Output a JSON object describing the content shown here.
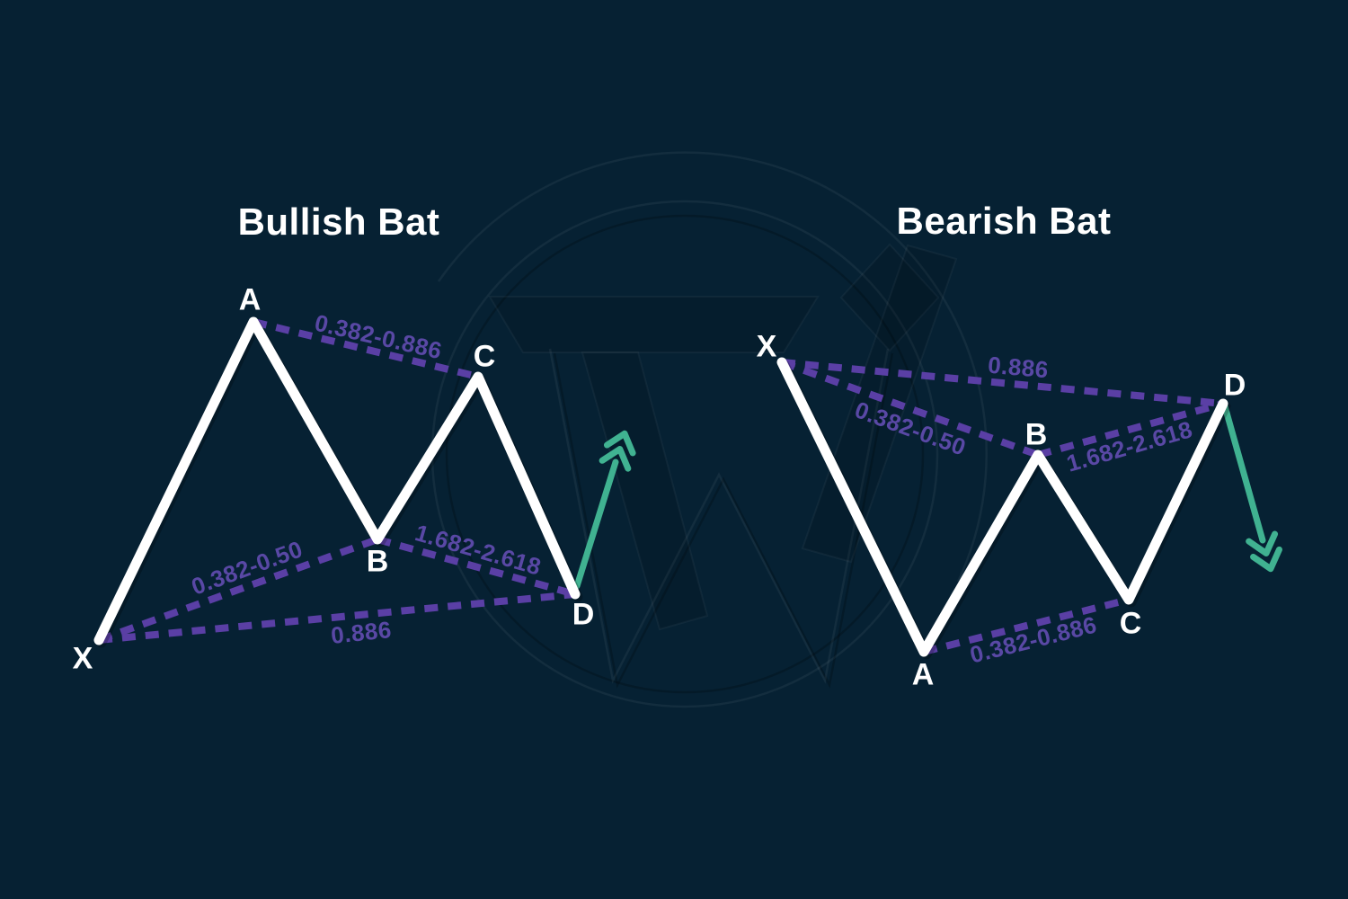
{
  "colors": {
    "background": "#062133",
    "line": "#ffffff",
    "dash": "#5a3fa5",
    "ratio_text": "#5948a5",
    "arrow": "#40b291",
    "title": "#ffffff"
  },
  "watermark": {
    "icon": "tw-monogram-logo-watermark"
  },
  "patterns": {
    "bullish": {
      "title": "Bullish Bat",
      "points": {
        "x": "X",
        "a": "A",
        "b": "B",
        "c": "C",
        "d": "D"
      },
      "ratios": {
        "ac": "0.382-0.886",
        "xb": "0.382-0.50",
        "bd": "1.682-2.618",
        "xd": "0.886"
      }
    },
    "bearish": {
      "title": "Bearish Bat",
      "points": {
        "x": "X",
        "a": "A",
        "b": "B",
        "c": "C",
        "d": "D"
      },
      "ratios": {
        "xd": "0.886",
        "xb": "0.382-0.50",
        "bd": "1.682-2.618",
        "ac": "0.382-0.886"
      }
    }
  }
}
